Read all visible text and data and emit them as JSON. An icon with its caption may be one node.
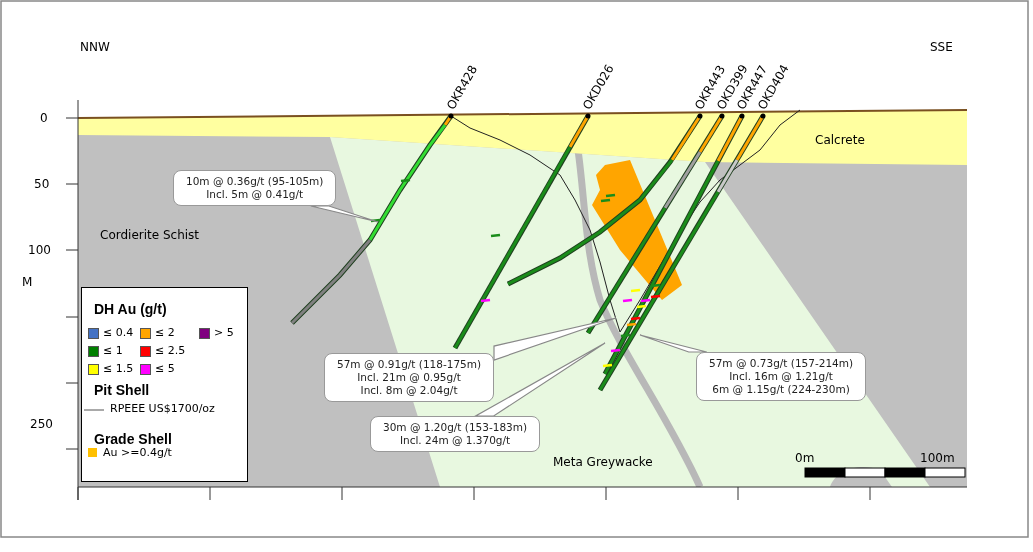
{
  "diagram": {
    "nodes": [
      {
        "text": [
          "10m @ 0.36g/t (95-105m)",
          "Incl. 5m @ 0.41g/t"
        ]
      },
      {
        "text": [
          "57m @ 0.91g/t (118-175m)",
          "Incl. 21m @ 0.95g/t",
          "Incl. 8m @ 2.04g/t"
        ]
      },
      {
        "text": [
          "57m @ 0.73g/t (157-214m)",
          "Incl. 16m @ 1.21g/t",
          "6m @ 1.15g/t (224-230m)"
        ]
      },
      {
        "text": [
          "30m @ 1.20g/t (153-183m)",
          "Incl. 24m @ 1.370g/t"
        ]
      }
    ],
    "edges": [
      {
        "from": 0,
        "to": null,
        "arrow": "none"
      },
      {
        "from": 1,
        "to": null,
        "arrow": "none"
      },
      {
        "from": 2,
        "to": null,
        "arrow": "none"
      },
      {
        "from": 3,
        "to": null,
        "arrow": "none"
      }
    ],
    "labels": [
      "NNW",
      "SSE",
      "OKR428",
      "OKD026",
      "OKR443",
      "OKD399",
      "OKR447",
      "OKD404",
      "0",
      "Calcrete",
      "50",
      "Cordierite Schist",
      "100",
      "M",
      "DH Au (g/t)",
      "Pit Shell",
      "Grade Shell",
      "250",
      "Meta Greywacke",
      "0m",
      "100m"
    ],
    "legend": [
      {
        "text": "≤ 0.4",
        "color": "#4472c4"
      },
      {
        "text": "≤ 2",
        "color": "#ffa500"
      },
      {
        "text": "> 5",
        "color": "#7f007f"
      },
      {
        "text": "≤ 1",
        "color": "#008000"
      },
      {
        "text": "≤ 2.5",
        "color": "#ff0000"
      },
      {
        "text": "≤ 1.5",
        "color": "#ffff00"
      },
      {
        "text": "≤ 5",
        "color": "#ff00ff"
      },
      {
        "text": "RPEEE US$1700/oz"
      },
      {
        "text": "Au >=0.4g/t",
        "color": "#ffc000"
      }
    ]
  }
}
